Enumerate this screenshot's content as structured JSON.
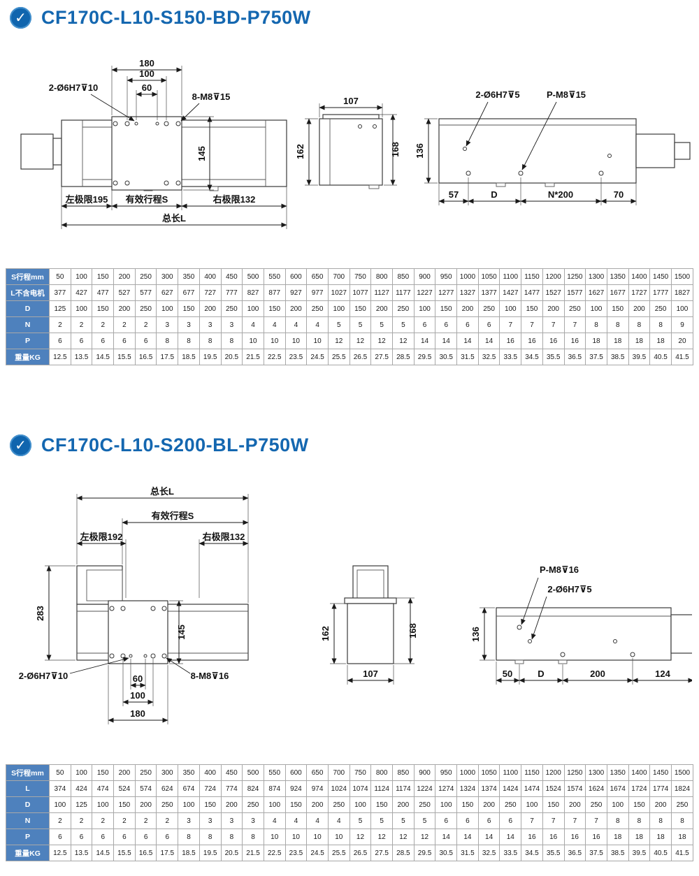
{
  "colors": {
    "accent": "#1467b0",
    "table_header_bg": "#4e81bd",
    "table_header_text": "#ffffff"
  },
  "sections": [
    {
      "title": "CF170C-L10-S150-BD-P750W",
      "views": {
        "plan": {
          "dim_width_outer": "180",
          "dim_width_inner": "100",
          "dim_width_pins": "60",
          "label_pin_holes": "2-Ø6H7⊽10",
          "label_screw_holes": "8-M8⊽15",
          "dim_carriage": "145",
          "dim_left_limit": "左极限195",
          "dim_stroke": "有效行程S",
          "dim_right_limit": "右极限132",
          "dim_total_length": "总长L"
        },
        "end": {
          "dim_width": "107",
          "dim_height_body": "162",
          "dim_height_total": "168"
        },
        "side": {
          "label_pin_holes": "2-Ø6H7⊽5",
          "label_screw_holes": "P-M8⊽15",
          "dim_height": "136",
          "dim_a": "57",
          "dim_b": "D",
          "dim_c": "N*200",
          "dim_d": "70"
        }
      },
      "table": {
        "rows": [
          {
            "label": "S行程mm",
            "values": [
              50,
              100,
              150,
              200,
              250,
              300,
              350,
              400,
              450,
              500,
              550,
              600,
              650,
              700,
              750,
              800,
              850,
              900,
              950,
              1000,
              1050,
              1100,
              1150,
              1200,
              1250,
              1300,
              1350,
              1400,
              1450,
              1500
            ]
          },
          {
            "label": "L不含电机",
            "values": [
              377,
              427,
              477,
              527,
              577,
              627,
              677,
              727,
              777,
              827,
              877,
              927,
              977,
              1027,
              1077,
              1127,
              1177,
              1227,
              1277,
              1327,
              1377,
              1427,
              1477,
              1527,
              1577,
              1627,
              1677,
              1727,
              1777,
              1827
            ]
          },
          {
            "label": "D",
            "values": [
              125,
              100,
              150,
              200,
              250,
              100,
              150,
              200,
              250,
              100,
              150,
              200,
              250,
              100,
              150,
              200,
              250,
              100,
              150,
              200,
              250,
              100,
              150,
              200,
              250,
              100,
              150,
              200,
              250,
              100
            ]
          },
          {
            "label": "N",
            "values": [
              2,
              2,
              2,
              2,
              2,
              3,
              3,
              3,
              3,
              4,
              4,
              4,
              4,
              5,
              5,
              5,
              5,
              6,
              6,
              6,
              6,
              7,
              7,
              7,
              7,
              8,
              8,
              8,
              8,
              9
            ]
          },
          {
            "label": "P",
            "values": [
              6,
              6,
              6,
              6,
              6,
              8,
              8,
              8,
              8,
              10,
              10,
              10,
              10,
              12,
              12,
              12,
              12,
              14,
              14,
              14,
              14,
              16,
              16,
              16,
              16,
              18,
              18,
              18,
              18,
              20
            ]
          },
          {
            "label": "重量KG",
            "values": [
              12.5,
              13.5,
              14.5,
              15.5,
              16.5,
              17.5,
              18.5,
              19.5,
              20.5,
              21.5,
              22.5,
              23.5,
              24.5,
              25.5,
              26.5,
              27.5,
              28.5,
              29.5,
              30.5,
              31.5,
              32.5,
              33.5,
              34.5,
              35.5,
              36.5,
              37.5,
              38.5,
              39.5,
              40.5,
              41.5
            ]
          }
        ]
      }
    },
    {
      "title": "CF170C-L10-S200-BL-P750W",
      "views": {
        "front": {
          "dim_total_length": "总长L",
          "dim_stroke": "有效行程S",
          "dim_left_limit": "左极限192",
          "dim_right_limit": "右极限132",
          "dim_height_total": "283",
          "dim_carriage": "145",
          "label_pin_holes": "2-Ø6H7⊽10",
          "label_screw_holes": "8-M8⊽16",
          "dim_width_pins": "60",
          "dim_width_inner": "100",
          "dim_width_outer": "180"
        },
        "end": {
          "dim_height_body": "162",
          "dim_height_total": "168",
          "dim_width": "107"
        },
        "side": {
          "label_screw_holes": "P-M8⊽16",
          "label_pin_holes": "2-Ø6H7⊽5",
          "dim_height": "136",
          "dim_a": "50",
          "dim_b": "D",
          "dim_c": "200",
          "dim_d": "124"
        }
      },
      "table": {
        "rows": [
          {
            "label": "S行程mm",
            "values": [
              50,
              100,
              150,
              200,
              250,
              300,
              350,
              400,
              450,
              500,
              550,
              600,
              650,
              700,
              750,
              800,
              850,
              900,
              950,
              1000,
              1050,
              1100,
              1150,
              1200,
              1250,
              1300,
              1350,
              1400,
              1450,
              1500
            ]
          },
          {
            "label": "L",
            "values": [
              374,
              424,
              474,
              524,
              574,
              624,
              674,
              724,
              774,
              824,
              874,
              924,
              974,
              1024,
              1074,
              1124,
              1174,
              1224,
              1274,
              1324,
              1374,
              1424,
              1474,
              1524,
              1574,
              1624,
              1674,
              1724,
              1774,
              1824
            ]
          },
          {
            "label": "D",
            "values": [
              100,
              125,
              100,
              150,
              200,
              250,
              100,
              150,
              200,
              250,
              100,
              150,
              200,
              250,
              100,
              150,
              200,
              250,
              100,
              150,
              200,
              250,
              100,
              150,
              200,
              250,
              100,
              150,
              200,
              250
            ]
          },
          {
            "label": "N",
            "values": [
              2,
              2,
              2,
              2,
              2,
              2,
              3,
              3,
              3,
              3,
              4,
              4,
              4,
              4,
              5,
              5,
              5,
              5,
              6,
              6,
              6,
              6,
              7,
              7,
              7,
              7,
              8,
              8,
              8,
              8
            ]
          },
          {
            "label": "P",
            "values": [
              6,
              6,
              6,
              6,
              6,
              6,
              8,
              8,
              8,
              8,
              10,
              10,
              10,
              10,
              12,
              12,
              12,
              12,
              14,
              14,
              14,
              14,
              16,
              16,
              16,
              16,
              18,
              18,
              18,
              18
            ]
          },
          {
            "label": "重量KG",
            "values": [
              12.5,
              13.5,
              14.5,
              15.5,
              16.5,
              17.5,
              18.5,
              19.5,
              20.5,
              21.5,
              22.5,
              23.5,
              24.5,
              25.5,
              26.5,
              27.5,
              28.5,
              29.5,
              30.5,
              31.5,
              32.5,
              33.5,
              34.5,
              35.5,
              36.5,
              37.5,
              38.5,
              39.5,
              40.5,
              41.5
            ]
          }
        ]
      }
    }
  ]
}
